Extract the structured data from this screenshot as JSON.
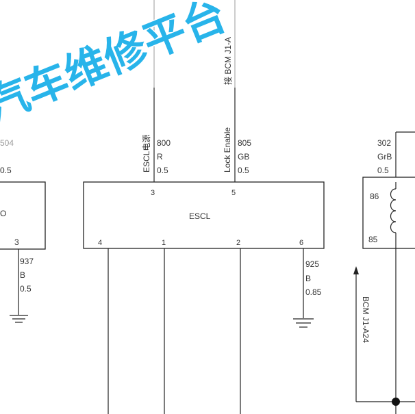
{
  "watermark": "汽车维修平台",
  "escl": {
    "name": "ESCL",
    "pins_top": [
      "3",
      "5"
    ],
    "pins_bottom": [
      "4",
      "1",
      "2",
      "6"
    ]
  },
  "wires": {
    "power": {
      "func": "ESCL电源",
      "code": "800",
      "color": "R",
      "size": "0.5"
    },
    "lock": {
      "func": "Lock Enable",
      "code": "805",
      "color": "GB",
      "size": "0.5",
      "dest": "接 BCM J1-A"
    },
    "ground_escl": {
      "code": "925",
      "color": "B",
      "size": "0.85"
    },
    "ground_left": {
      "code": "937",
      "color": "B",
      "size": "0.5",
      "pin": "3"
    },
    "left_top": {
      "code": "504",
      "size": "0.5"
    },
    "relay_feed": {
      "code": "302",
      "color": "GrB",
      "size": "0.5"
    }
  },
  "left_box": {
    "text": "O"
  },
  "relay": {
    "pin_top": "86",
    "pin_bottom": "85"
  },
  "bcm_link": "BCM J1-A24"
}
